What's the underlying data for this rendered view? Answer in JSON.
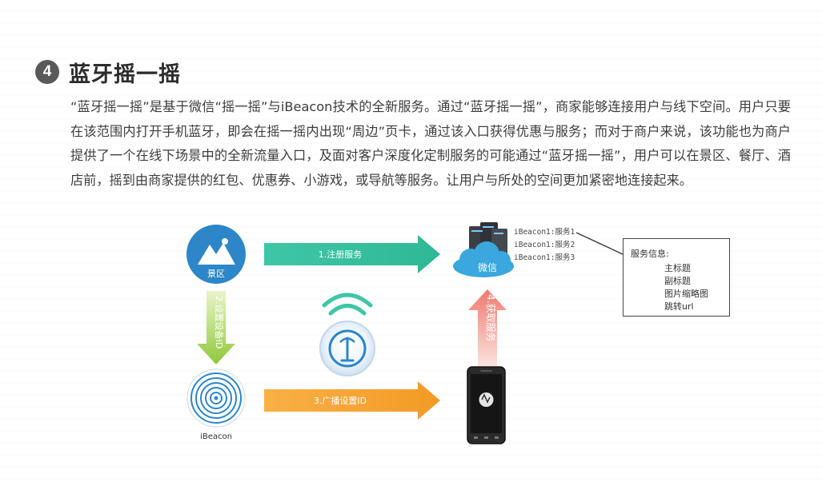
{
  "header": {
    "number": "4",
    "title": "蓝牙摇一摇"
  },
  "paragraph": "“蓝牙摇一摇”是基于微信“摇一摇”与iBeacon技术的全新服务。通过“蓝牙摇一摇”，商家能够连接用户与线下空间。用户只要在该范围内打开手机蓝牙，即会在摇一摇内出现“周边”页卡，通过该入口获得优惠与服务；而对于商户来说，该功能也为商户提供了一个在线下场景中的全新流量入口，及面对客户深度化定制服务的可能通过“蓝牙摇一摇”，用户可以在景区、餐厅、酒店前，摇到由商家提供的红包、优惠券、小游戏，或导航等服务。让用户与所处的空间更加紧密地连接起来。",
  "nodes": {
    "scenic_label": "景区",
    "wechat_label": "微信",
    "ibeacon_label": "iBeacon"
  },
  "arrows": {
    "step1": "1.注册服务",
    "step2": "2.设置设备ID",
    "step3": "3.广播设置ID",
    "step4": "4.获取服务"
  },
  "services": [
    "iBeacon1:服务1",
    "iBeacon1:服务2",
    "iBeacon1:服务3"
  ],
  "service_info": {
    "title": "服务信息:",
    "items": [
      "主标题",
      "副标题",
      "图片缩略图",
      "跳转url"
    ]
  },
  "colors": {
    "teal": "#3ec6a6",
    "green": "#8fc83a",
    "orange": "#f7a531",
    "red": "#ef7a6f",
    "blue": "#2d86c8",
    "cloud": "#3aa7de"
  }
}
